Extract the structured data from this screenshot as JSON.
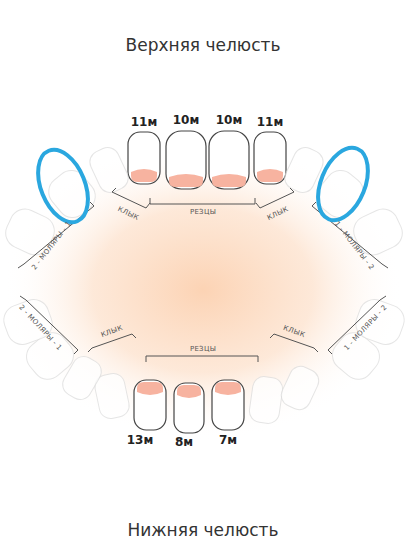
{
  "diagram": {
    "title": "Верхняя челюсть",
    "caption": "Нижняя челюсть",
    "labels": [
      "11м",
      "10м",
      "10м",
      "11м",
      "2 - МОЛЯРЫ - 1",
      "КЛЫК",
      "РЕЗЦЫ",
      "КЛЫК",
      "1 - МОЛЯРЫ - 2",
      "2 - МОЛЯРЫ - 1",
      "КЛЫК",
      "РЕЗЦЫ",
      "КЛЫК",
      "1 - МОЛЯРЫ - 2",
      "13м",
      "8м",
      "7м"
    ]
  }
}
